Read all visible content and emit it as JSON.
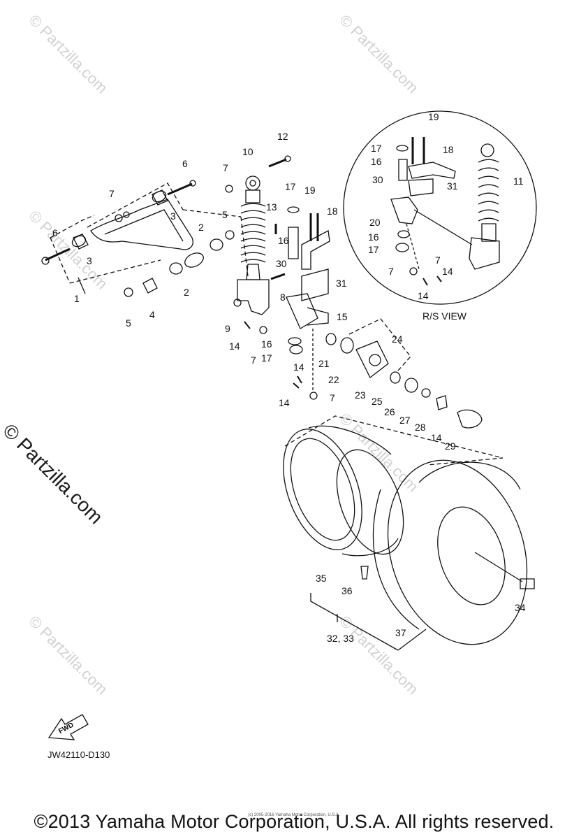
{
  "callouts": {
    "c1": "1",
    "c2a": "2",
    "c2b": "2",
    "c3a": "3",
    "c3b": "3",
    "c4": "4",
    "c5a": "5",
    "c5b": "5",
    "c6a": "6",
    "c6b": "6",
    "c7a": "7",
    "c7b": "7",
    "c7c": "7",
    "c7d": "7",
    "c7e": "7",
    "c7f": "7",
    "c8": "8",
    "c9": "9",
    "c10": "10",
    "c11": "11",
    "c12": "12",
    "c13": "13",
    "c14a": "14",
    "c14b": "14",
    "c14c": "14",
    "c14d": "14",
    "c14e": "14",
    "c14f": "14",
    "c15": "15",
    "c16a": "16",
    "c16b": "16",
    "c16c": "16",
    "c16d": "16",
    "c17a": "17",
    "c17b": "17",
    "c17c": "17",
    "c17d": "17",
    "c18a": "18",
    "c18b": "18",
    "c19a": "19",
    "c19b": "19",
    "c20": "20",
    "c21": "21",
    "c22": "22",
    "c23": "23",
    "c24": "24",
    "c25": "25",
    "c26": "26",
    "c27": "27",
    "c28": "28",
    "c29": "29",
    "c30a": "30",
    "c30b": "30",
    "c31a": "31",
    "c31b": "31",
    "c32": "32, 33",
    "c34": "34",
    "c35": "35",
    "c36": "36",
    "c37": "37"
  },
  "rs_view_label": "R/S VIEW",
  "fwd_label": "FWD",
  "diagram_code": "JW42110-D130",
  "watermark": "© Partzilla.com",
  "fine_print": "(c) 2005-2016 Yamaha Motor Corporation, U.S.A.",
  "copyright": "©2013 Yamaha Motor Corporation, U.S.A. All rights reserved."
}
